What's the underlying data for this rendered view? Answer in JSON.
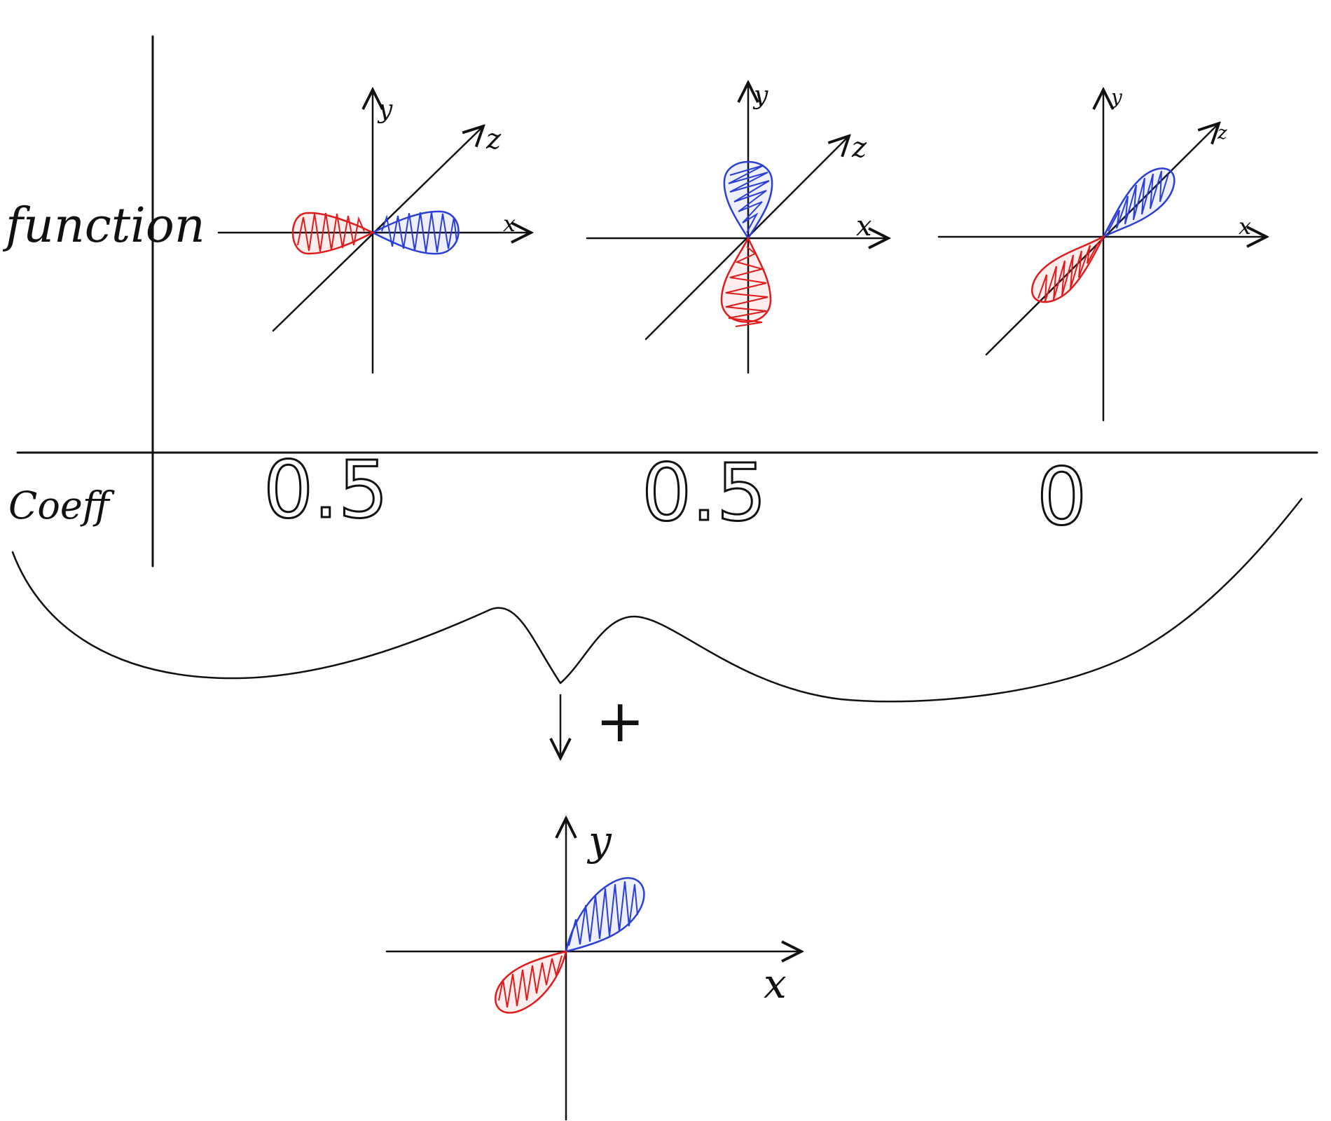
{
  "rows": {
    "function_label": "function",
    "coeff_label": "Coeff"
  },
  "axis_labels": {
    "x": "x",
    "y": "y",
    "z": "z"
  },
  "columns": [
    {
      "coefficient": "0.5",
      "lobe_direction": "x"
    },
    {
      "coefficient": "0.5",
      "lobe_direction": "y"
    },
    {
      "coefficient": "0",
      "lobe_direction": "z"
    }
  ],
  "sum_operator": "+",
  "colors": {
    "positive_phase": "#2a3fd6",
    "negative_phase": "#e01b1b",
    "ink": "#111111"
  }
}
